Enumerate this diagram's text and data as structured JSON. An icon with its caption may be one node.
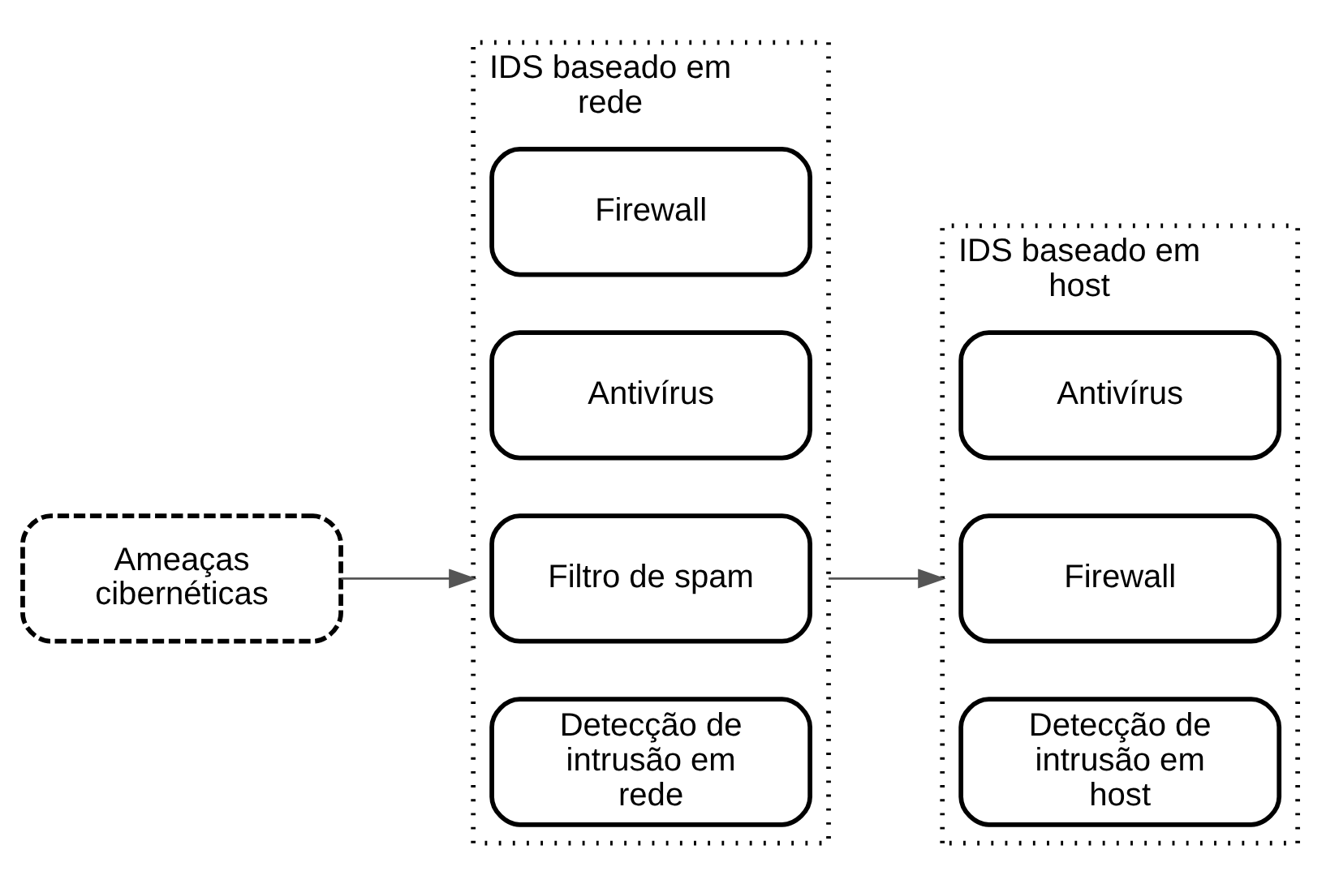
{
  "diagram": {
    "nodes": [
      {
        "text": [
          "Ameaças cibernéticas"
        ]
      },
      {
        "text": [
          "IDS baseado em rede"
        ]
      },
      {
        "text": [
          "Firewall"
        ],
        "in": 1
      },
      {
        "text": [
          "Antivírus"
        ],
        "in": 1
      },
      {
        "text": [
          "Filtro de spam"
        ],
        "in": 1
      },
      {
        "text": [
          "Detecção de intrusão em rede"
        ],
        "in": 1
      },
      {
        "text": [
          "IDS baseado em host"
        ]
      },
      {
        "text": [
          "Antivírus"
        ],
        "in": 6
      },
      {
        "text": [
          "Firewall"
        ],
        "in": 6
      },
      {
        "text": [
          "Detecção de intrusão em host"
        ],
        "in": 6
      }
    ],
    "edges": [
      {
        "from": 0,
        "to": 1,
        "arrow": "to"
      },
      {
        "from": 1,
        "to": 6,
        "arrow": "to"
      }
    ]
  }
}
